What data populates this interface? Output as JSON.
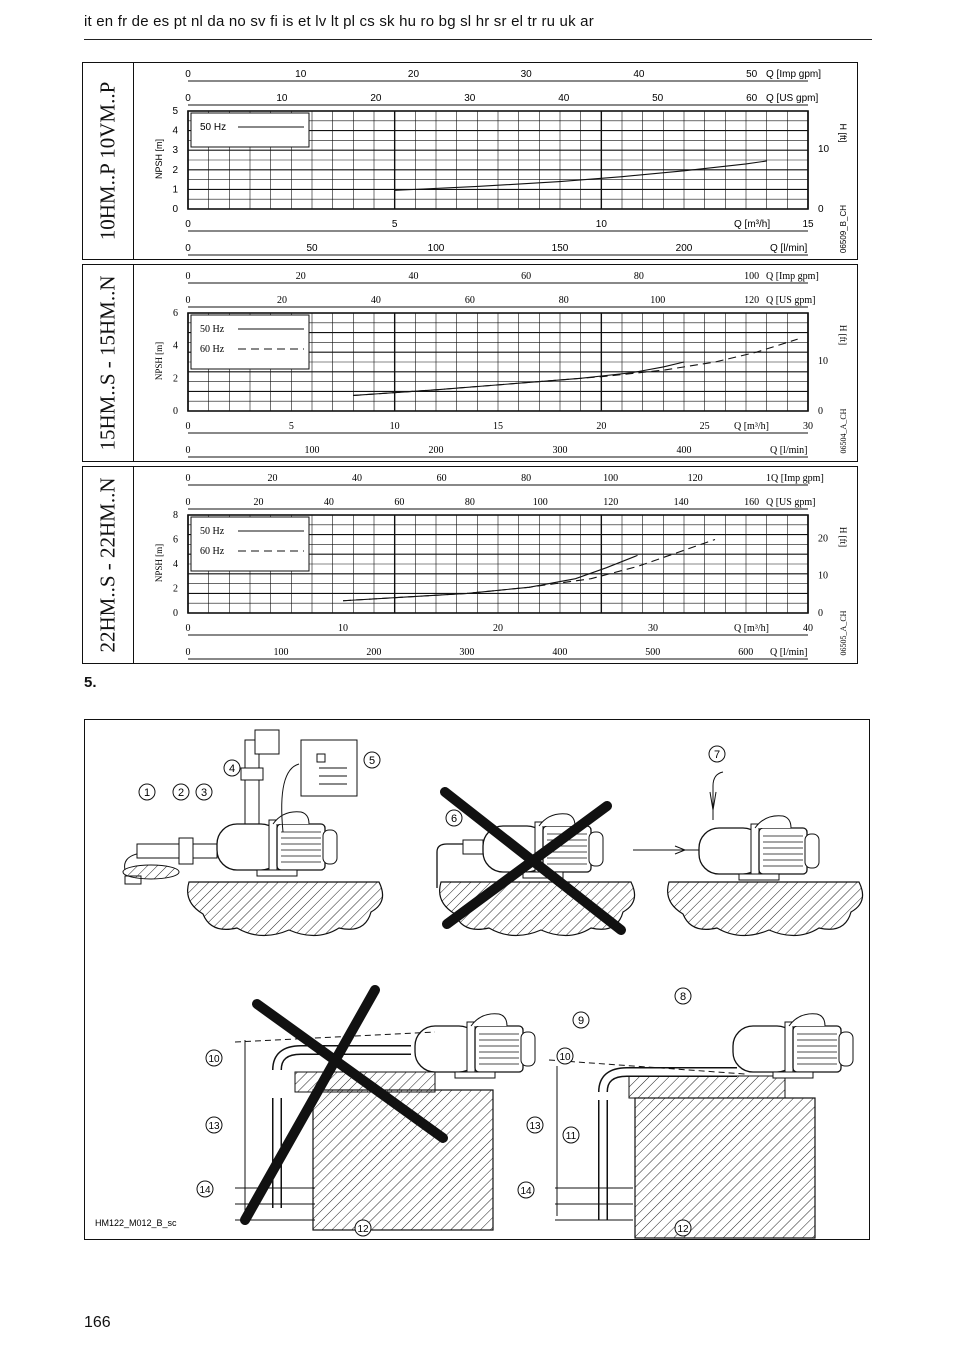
{
  "header": {
    "languages": "it en fr de es pt nl da no sv fi is et lv lt pl cs sk hu ro bg sl hr sr el tr ru uk ar"
  },
  "figure_label": "5.",
  "page_number": "166",
  "colors": {
    "ink": "#111111",
    "paper": "#ffffff"
  },
  "chart_data": [
    {
      "type": "line",
      "side_title": "10HM..P  10VM..P",
      "code": "06509_B_CH",
      "top_axes": [
        {
          "label": "Q [Imp gpm]",
          "ticks": [
            "0",
            "10",
            "20",
            "30",
            "40",
            "50"
          ],
          "max": 55
        },
        {
          "label": "Q [US gpm]",
          "ticks": [
            "0",
            "10",
            "20",
            "30",
            "40",
            "50",
            "60"
          ],
          "max": 66
        }
      ],
      "bottom_axes": [
        {
          "label": "Q [m³/h]",
          "ticks": [
            "0",
            "5",
            "10",
            "15"
          ],
          "max": 15
        },
        {
          "label": "Q [l/min]",
          "ticks": [
            "0",
            "50",
            "100",
            "150",
            "200"
          ],
          "max": 250
        }
      ],
      "ylabel_left": "NPSH [m]",
      "yticks_left": [
        "0",
        "1",
        "2",
        "3",
        "4",
        "5"
      ],
      "ylim": [
        0,
        5
      ],
      "ylabel_right": "H [ft]",
      "yticks_right": [
        {
          "label": "0",
          "at": 0
        },
        {
          "label": "10",
          "at": 3.05
        }
      ],
      "xlim": [
        0,
        15
      ],
      "series": [
        {
          "name": "50 Hz",
          "style": "solid",
          "x": [
            5.0,
            7.0,
            9.0,
            10.5,
            12.0,
            13.5,
            14.0
          ],
          "y": [
            0.95,
            1.15,
            1.4,
            1.65,
            1.95,
            2.3,
            2.45
          ]
        }
      ]
    },
    {
      "type": "line",
      "side_title": "15HM..S - 15HM..N",
      "code": "06504_A_CH",
      "top_axes": [
        {
          "label": "Q [Imp gpm]",
          "ticks": [
            "0",
            "20",
            "40",
            "60",
            "80",
            "100"
          ],
          "max": 110
        },
        {
          "label": "Q [US gpm]",
          "ticks": [
            "0",
            "20",
            "40",
            "60",
            "80",
            "100",
            "120"
          ],
          "max": 132
        }
      ],
      "bottom_axes": [
        {
          "label": "Q [m³/h]",
          "ticks": [
            "0",
            "5",
            "10",
            "15",
            "20",
            "25",
            "30"
          ],
          "max": 30
        },
        {
          "label": "Q [l/min]",
          "ticks": [
            "0",
            "100",
            "200",
            "300",
            "400"
          ],
          "max": 500
        }
      ],
      "ylabel_left": "NPSH [m]",
      "yticks_left": [
        "0",
        "2",
        "4",
        "6"
      ],
      "ylim": [
        0,
        6
      ],
      "ylabel_right": "H [ft]",
      "yticks_right": [
        {
          "label": "0",
          "at": 0
        },
        {
          "label": "10",
          "at": 3.05
        }
      ],
      "xlim": [
        0,
        30
      ],
      "series": [
        {
          "name": "50 Hz",
          "style": "solid",
          "x": [
            8,
            12,
            16,
            19,
            21.5,
            23,
            24
          ],
          "y": [
            0.95,
            1.3,
            1.7,
            2.0,
            2.35,
            2.7,
            3.0
          ]
        },
        {
          "name": "60 Hz",
          "style": "dashed",
          "x": [
            8,
            12,
            16,
            20,
            23,
            25.5,
            27.5,
            29.5
          ],
          "y": [
            0.95,
            1.3,
            1.7,
            2.1,
            2.5,
            3.0,
            3.6,
            4.4
          ]
        }
      ]
    },
    {
      "type": "line",
      "side_title": "22HM..S - 22HM..N",
      "code": "06505_A_CH",
      "top_axes": [
        {
          "label": "1Q [Imp gpm]",
          "ticks": [
            "0",
            "20",
            "40",
            "60",
            "80",
            "100",
            "120"
          ],
          "max": 146.7
        },
        {
          "label": "Q [US gpm]",
          "ticks": [
            "0",
            "20",
            "40",
            "60",
            "80",
            "100",
            "120",
            "140",
            "160"
          ],
          "max": 176
        }
      ],
      "bottom_axes": [
        {
          "label": "Q [m³/h]",
          "ticks": [
            "0",
            "10",
            "20",
            "30",
            "40"
          ],
          "max": 40
        },
        {
          "label": "Q [l/min]",
          "ticks": [
            "0",
            "100",
            "200",
            "300",
            "400",
            "500",
            "600"
          ],
          "max": 667
        }
      ],
      "ylabel_left": "NPSH [m]",
      "yticks_left": [
        "0",
        "2",
        "4",
        "6",
        "8"
      ],
      "ylim": [
        0,
        8
      ],
      "ylabel_right": "H [ft]",
      "yticks_right": [
        {
          "label": "0",
          "at": 0
        },
        {
          "label": "10",
          "at": 3.05
        },
        {
          "label": "20",
          "at": 6.1
        }
      ],
      "xlim": [
        0,
        40
      ],
      "series": [
        {
          "name": "50 Hz",
          "style": "solid",
          "x": [
            10,
            14,
            18,
            22,
            25,
            27,
            29
          ],
          "y": [
            1.0,
            1.3,
            1.6,
            2.1,
            2.8,
            3.7,
            4.7
          ]
        },
        {
          "name": "60 Hz",
          "style": "dashed",
          "x": [
            10,
            14,
            18,
            22,
            26,
            29,
            31.5,
            34
          ],
          "y": [
            1.0,
            1.3,
            1.6,
            2.1,
            2.8,
            3.8,
            4.9,
            6.0
          ]
        }
      ]
    }
  ],
  "installation_drawing": {
    "callouts": [
      "1",
      "2",
      "3",
      "4",
      "5",
      "6",
      "7",
      "8",
      "9",
      "10",
      "11",
      "12",
      "13",
      "14"
    ],
    "drawing_code": "HM122_M012_B_sc"
  }
}
